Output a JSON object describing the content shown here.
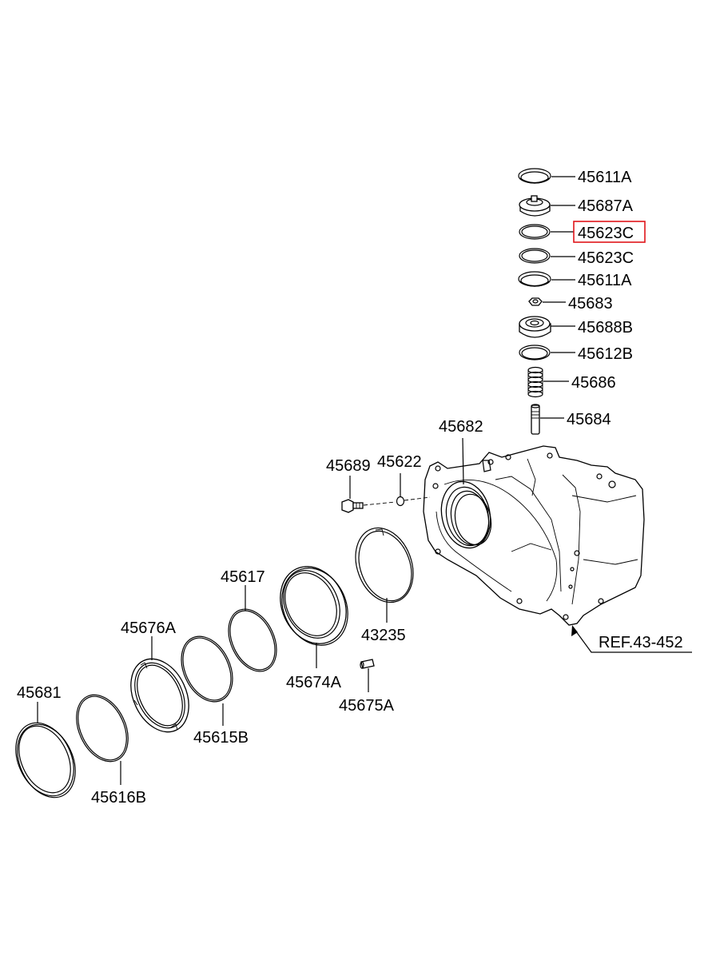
{
  "highlight_color": "#e0161b",
  "labels": {
    "p45611a_top": "45611A",
    "p45687a": "45687A",
    "p45623c_hl": "45623C",
    "p45623c": "45623C",
    "p45611a_2": "45611A",
    "p45683": "45683",
    "p45688b": "45688B",
    "p45612b": "45612B",
    "p45686": "45686",
    "p45684": "45684",
    "p45682": "45682",
    "p45689": "45689",
    "p45622": "45622",
    "p45617": "45617",
    "p45676a": "45676A",
    "p43235": "43235",
    "p45674a": "45674A",
    "p45681": "45681",
    "p45615b": "45615B",
    "p45675a": "45675A",
    "p45616b": "45616B",
    "ref": "REF.43-452"
  }
}
